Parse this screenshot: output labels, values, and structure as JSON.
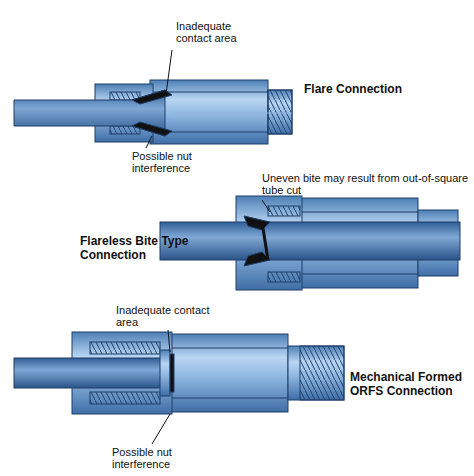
{
  "diagram": {
    "labels": [
      "Inadequate contact area",
      "Flare Connection",
      "Possible nut interference",
      "Uneven bite may result from out-of-square tube cut",
      "Flareless Bite Type Connection",
      "Inadequate contact area",
      "Mechanical Formed ORFS Connection",
      "Possible nut interference"
    ]
  }
}
